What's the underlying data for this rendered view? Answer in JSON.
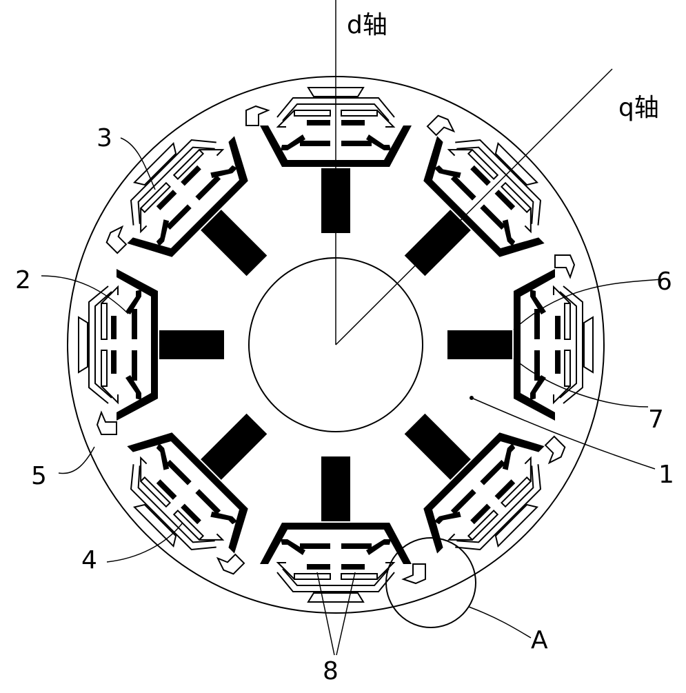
{
  "axes": {
    "d_axis_label": "d轴",
    "q_axis_label": "q轴"
  },
  "callouts": {
    "c1": "1",
    "c2": "2",
    "c3": "3",
    "c4": "4",
    "c5": "5",
    "c6": "6",
    "c7": "7",
    "c8": "8",
    "cA": "A"
  },
  "rotor": {
    "pole_count": 8,
    "line_color": "#000000",
    "magnet_color": "#000000",
    "background_color": "#ffffff"
  }
}
